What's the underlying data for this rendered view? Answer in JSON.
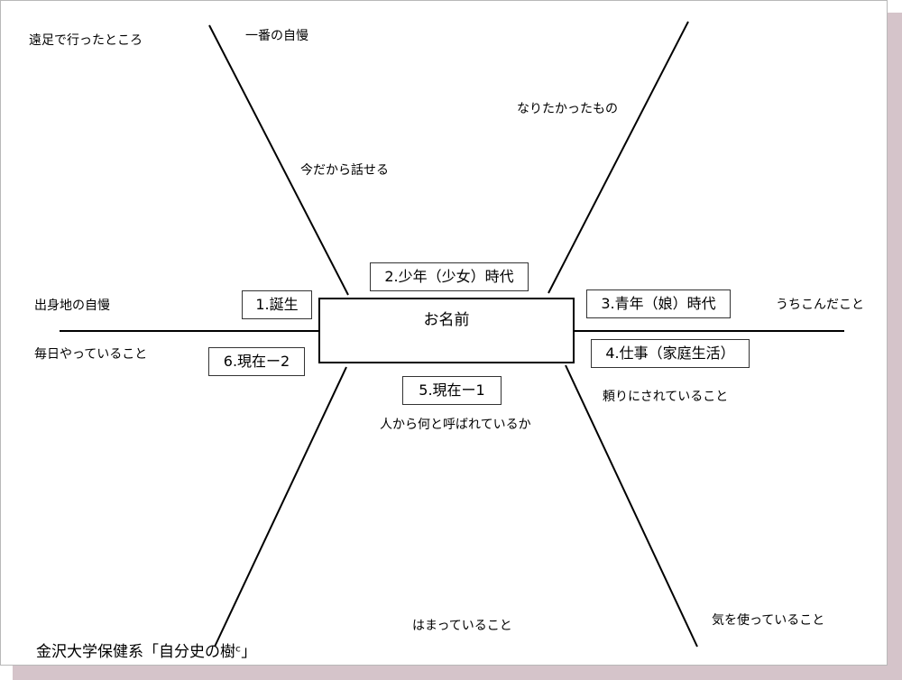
{
  "center": {
    "title": "お名前"
  },
  "periods": [
    "1.誕生",
    "2.少年（少女）時代",
    "3.青年（娘）時代",
    "4.仕事（家庭生活）",
    "5.現在ー1",
    "6.現在ー2"
  ],
  "prompts": [
    "遠足で行ったところ",
    "一番の自慢",
    "今だから話せる",
    "なりたかったもの",
    "出身地の自慢",
    "毎日やっていること",
    "うちこんだこと",
    "頼りにされていること",
    "人から何と呼ばれているか",
    "はまっていること",
    "気を使っていること"
  ],
  "footer": "金沢大学保健系「自分史の樹ᶜ」",
  "colors": {
    "background": "#ffffff",
    "shadow": "#d5c4ca",
    "line": "#000000"
  }
}
